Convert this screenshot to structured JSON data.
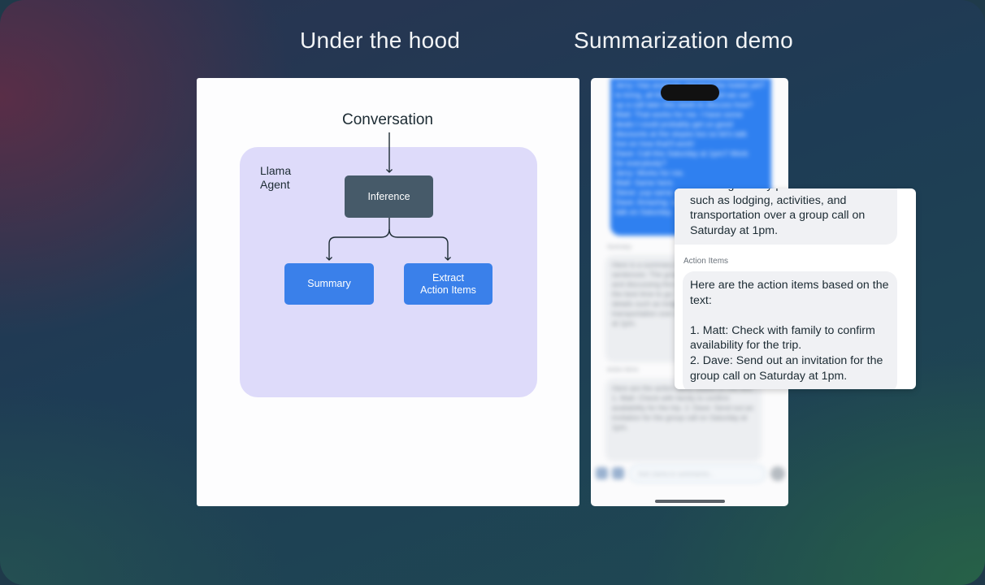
{
  "headings": {
    "left": "Under the hood",
    "right": "Summarization demo"
  },
  "diagram": {
    "title": "Conversation",
    "agent_label_line1": "Llama",
    "agent_label_line2": "Agent",
    "nodes": {
      "inference": "Inference",
      "summary": "Summary",
      "extract_line1": "Extract",
      "extract_line2": "Action Items"
    }
  },
  "phone": {
    "chat_lines": [
      "Jerry: Has anybody checked the hotels yet?",
      "to bring, all the supplies. Should we set",
      "up a call later this week to discuss how?",
      "Matt: That works for me. I have some",
      "deals I could probably get us good",
      "discounts at the slopes too so let's talk",
      "live on how that'll work!",
      "Dave: Call this Saturday at 1pm? Work",
      "for everybody?",
      "Jerry: Works for me.",
      "Matt: Same here.",
      "Steve: yup same.",
      "Dave: Amazing. Looking forward to the",
      "talk on Saturday."
    ],
    "summary_label": "Summary",
    "summary_bubble": "Here is a summary of the conversation in 1-2 sentences: The group is planning a Tahoe trip and discussing the weekend in December as the best time to go. They plan to discuss details such as lodging, activities, and transportation over a group call on Saturday at 1pm.",
    "action_label": "Action Items",
    "action_bubble": "Here are the action items based on the text: 1. Matt: Check with family to confirm availability for the trip. 2. Dave: Send out an invitation for the group call on Saturday at 1pm.",
    "input_placeholder": "Ask Llama to summarize..."
  },
  "zoom": {
    "summary_text": "weekend in December as the best time to go. They plan to discuss details such as lodging, activities, and transportation over a group call on Saturday at 1pm.",
    "action_label": "Action Items",
    "action_intro": "Here are the action items based on the text:",
    "action_item_1": "1. Matt: Check with family to confirm availability for the trip.",
    "action_item_2": "2. Dave: Send out an invitation for the group call on Saturday at 1pm."
  }
}
